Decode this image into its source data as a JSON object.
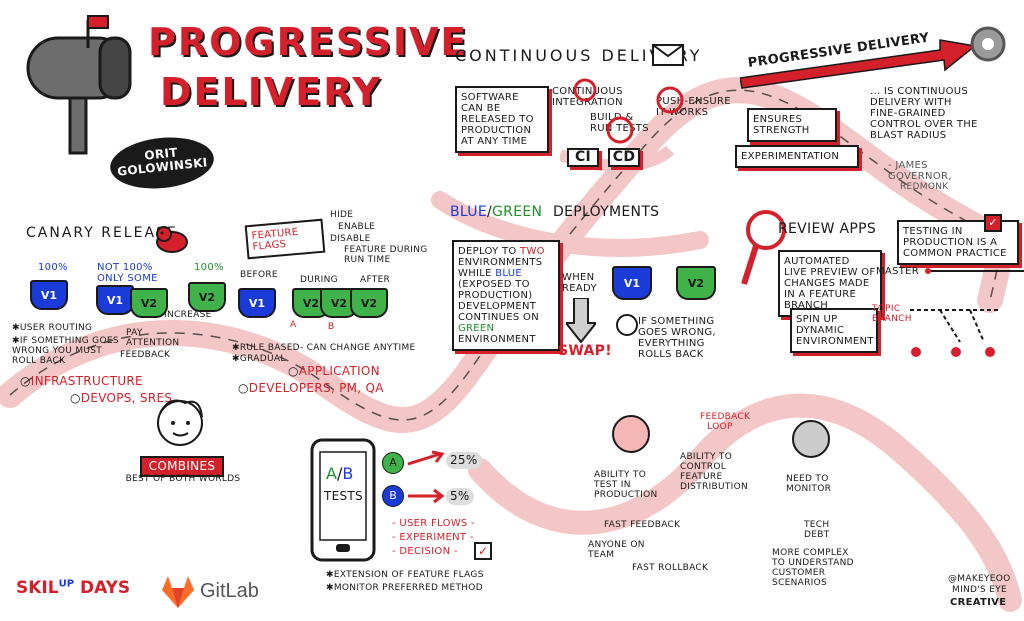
{
  "header": {
    "title_line1": "PROGRESSIVE",
    "title_line2": "DELIVERY",
    "speaker_line1": "ORIT",
    "speaker_line2": "GOLOWINSKI"
  },
  "continuous_delivery": {
    "title": "CONTINUOUS DELIVERY",
    "definition": "SOFTWARE CAN BE RELEASED TO PRODUCTION AT ANY TIME",
    "ci_label": "CONTINUOUS INTEGRATION",
    "build_label": "BUILD & RUN TESTS",
    "push_label": "PUSH-ENSURE IT WORKS",
    "ci": "CI",
    "cd": "CD"
  },
  "progressive_delivery": {
    "title": "PROGRESSIVE DELIVERY",
    "quote": "... IS CONTINUOUS DELIVERY WITH FINE-GRAINED CONTROL OVER THE BLAST RADIUS",
    "attribution": "- JAMES GOVERNOR,",
    "org": "REDMONK",
    "ensures": "ENSURES STRENGTH",
    "experimentation": "EXPERIMENTATION"
  },
  "canary": {
    "title": "CANARY RELEASE",
    "pct_100": "100%",
    "not_100": "NOT 100%",
    "only_some": "ONLY SOME",
    "pct_100b": "100%",
    "v1": "V1",
    "v2": "V2",
    "increase": "INCREASE",
    "pay_attention": "PAY ATTENTION",
    "feedback": "FEEDBACK",
    "user_routing": "USER ROUTING",
    "rollback": "IF SOMETHING GOES WRONG YOU MUST ROLL BACK",
    "infrastructure": "INFRASTRUCTURE",
    "devops": "DEVOPS, SRES"
  },
  "feature_flags": {
    "title": "FEATURE FLAGS",
    "hide": "HIDE",
    "enable": "ENABLE",
    "disable": "DISABLE",
    "runtime": "FEATURE DURING RUN TIME",
    "before": "BEFORE",
    "during": "DURING",
    "after": "AFTER",
    "flag_a": "A",
    "flag_b": "B",
    "rule_based": "RULE BASED- CAN CHANGE ANYTIME",
    "gradual": "GRADUAL",
    "application": "APPLICATION",
    "developers": "DEVELOPERS, PM, QA"
  },
  "combines": {
    "banner": "COMBINES",
    "best": "BEST OF BOTH WORLDS"
  },
  "blue_green": {
    "title_blue": "BLUE",
    "slash": "/",
    "title_green": "GREEN",
    "title_rest": "DEPLOYMENTS",
    "desc_1": "DEPLOY TO",
    "desc_two": "TWO",
    "desc_2": "ENVIRONMENTS WHILE",
    "desc_blue": "BLUE",
    "desc_3": "(EXPOSED TO PRODUCTION) DEVELOPMENT CONTINUES ON",
    "desc_green": "GREEN",
    "desc_4": "ENVIRONMENT",
    "when_ready": "WHEN READY",
    "swap": "SWAP!",
    "wrong": "IF SOMETHING GOES WRONG, EVERYTHING ROLLS BACK"
  },
  "review_apps": {
    "title": "REVIEW APPS",
    "automated": "AUTOMATED LIVE PREVIEW OF CHANGES MADE IN A FEATURE BRANCH",
    "spin_up": "SPIN UP DYNAMIC ENVIRONMENT",
    "testing": "TESTING IN PRODUCTION IS A COMMON PRACTICE",
    "master": "MASTER",
    "topic_branch": "TOPIC BRANCH"
  },
  "ab": {
    "title_a": "A",
    "slash": "/",
    "title_b": "B",
    "tests": "TESTS",
    "a": "A",
    "b": "B",
    "pct_a": "25%",
    "pct_b": "5%",
    "flows": "- USER FLOWS -",
    "experiment": "- EXPERIMENT -",
    "decision": "- DECISION -",
    "ext": "EXTENSION OF FEATURE FLAGS",
    "monitor": "MONITOR PREFERRED METHOD"
  },
  "feedback_loop": {
    "loop": "FEEDBACK LOOP",
    "test_prod": "ABILITY TO TEST IN PRODUCTION",
    "control": "ABILITY TO CONTROL FEATURE DISTRIBUTION",
    "fast_feedback": "FAST FEEDBACK",
    "anyone": "ANYONE ON TEAM",
    "rollback": "FAST ROLLBACK",
    "need_monitor": "NEED TO MONITOR",
    "tech_debt": "TECH DEBT",
    "complex": "MORE COMPLEX TO UNDERSTAND CUSTOMER SCENARIOS"
  },
  "logos": {
    "skil": "SKIL",
    "up": "UP",
    "days": "DAYS",
    "gitlab": "GitLab",
    "credit_handle": "@makeyeoo",
    "credit_name": "MIND'S EYE",
    "credit_brand": "CREATIVE"
  },
  "colors": {
    "accent": "#d4202a",
    "blue": "#1a3bd8",
    "green": "#3fb24a",
    "path": "#f3c7c7"
  }
}
